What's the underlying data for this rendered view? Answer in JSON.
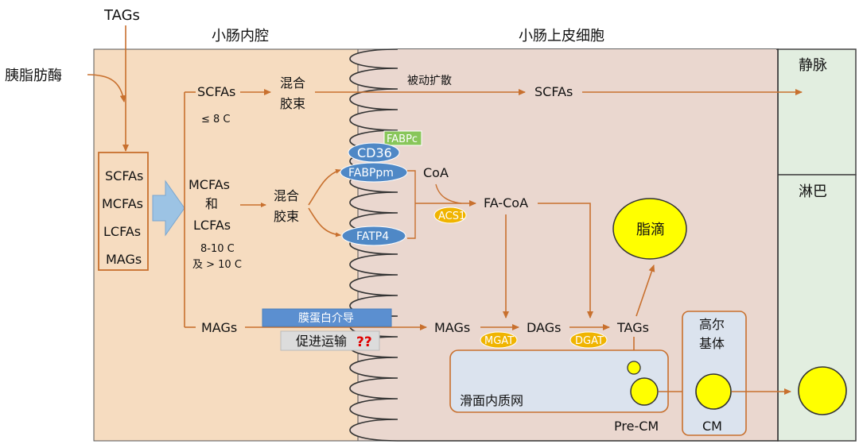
{
  "labels": {
    "tags_top": "TAGs",
    "lipase": "胰脂肪酶",
    "lumen": "小肠内腔",
    "epithelium": "小肠上皮细胞",
    "vein": "静脉",
    "lymph": "淋巴",
    "left_box": [
      "SCFAs",
      "MCFAs",
      "LCFAs",
      "MAGs"
    ],
    "scfa": "SCFAs",
    "scfa_len": "≤ 8 C",
    "micelle1": [
      "混合",
      "胶束"
    ],
    "passive": "被动扩散",
    "scfa_cell": "SCFAs",
    "mcfa": [
      "MCFAs",
      "和",
      "LCFAs"
    ],
    "mcfa_len": [
      "8-10 C",
      "及 > 10 C"
    ],
    "micelle2": [
      "混合",
      "胶束"
    ],
    "fabpc": "FABPc",
    "cd36": "CD36",
    "fabppm": "FABPpm",
    "fatp4": "FATP4",
    "coa": "CoA",
    "acs1": "ACS1",
    "facoa": "FA-CoA",
    "droplet": "脂滴",
    "mags_left": "MAGs",
    "membrane_protein": "膜蛋白介导",
    "facilitated": "促进运输",
    "qq": "??",
    "mags_cell": "MAGs",
    "mgat": "MGAT",
    "dags": "DAGs",
    "dgat": "DGAT",
    "tags_cell": "TAGs",
    "er": "滑面内质网",
    "precm": "Pre-CM",
    "golgi": [
      "高尔",
      "基体"
    ],
    "cm": "CM"
  },
  "colors": {
    "lumen_bg": "#f6dcc0",
    "cell_bg": "#ead7cf",
    "vessel_bg": "#e2eee0",
    "arrow": "#c8702e",
    "protein_blue": "#4f88c6",
    "enzyme_yellow": "#f0b400",
    "fabpc_green": "#88c65a",
    "droplet_yellow": "#ffff00",
    "er_bg": "#dbe3ee"
  }
}
